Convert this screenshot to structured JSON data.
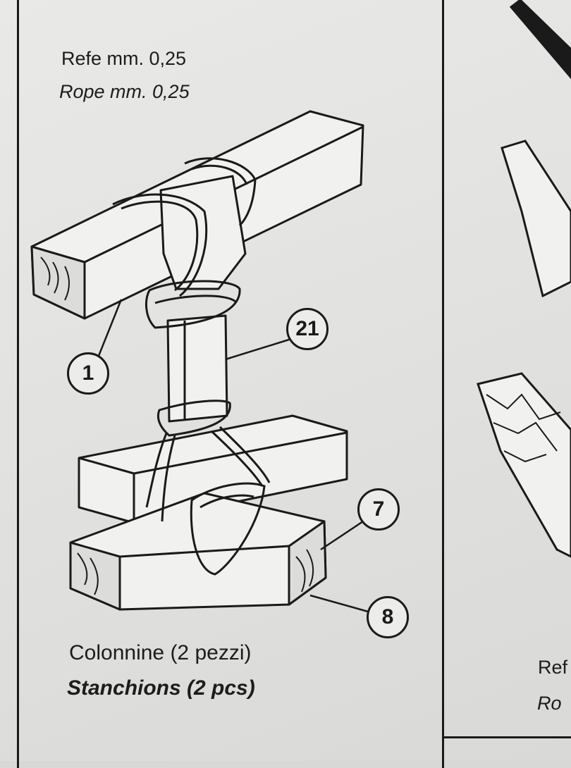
{
  "rope_note": {
    "italian": "Refe mm. 0,25",
    "english": "Rope mm. 0,25"
  },
  "callouts": {
    "part_1": "1",
    "part_21": "21",
    "part_7": "7",
    "part_8": "8"
  },
  "caption": {
    "italian": "Colonnine (2 pezzi)",
    "english": "Stanchions (2 pcs)"
  },
  "right_panel_fragment": {
    "italian": "Ref",
    "english": "Ro"
  },
  "colors": {
    "ink": "#1a1a1a",
    "paper": "#e6e6e4"
  }
}
